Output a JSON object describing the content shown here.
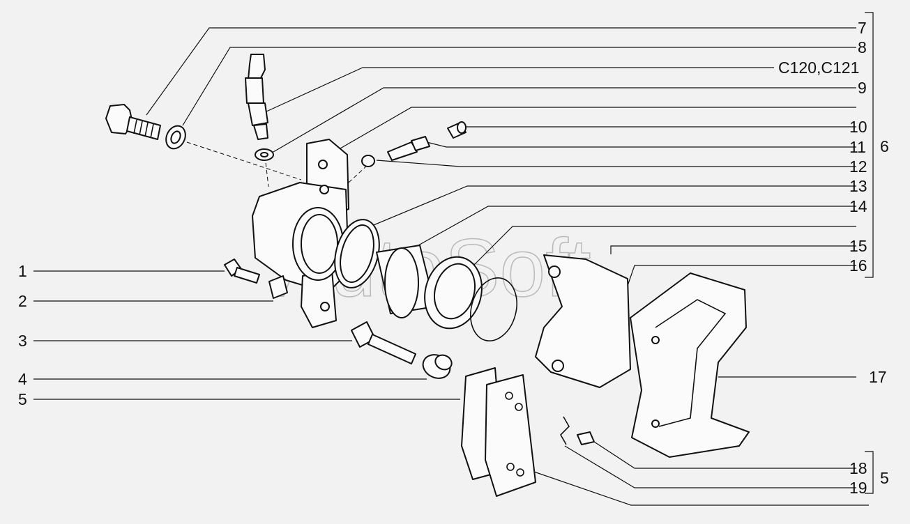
{
  "watermark": "AutoSoft",
  "callouts_left": [
    {
      "id": "1",
      "label": "1"
    },
    {
      "id": "2",
      "label": "2"
    },
    {
      "id": "3",
      "label": "3"
    },
    {
      "id": "4",
      "label": "4"
    },
    {
      "id": "5",
      "label": "5"
    }
  ],
  "callouts_right": [
    {
      "id": "7",
      "label": "7"
    },
    {
      "id": "8",
      "label": "8"
    },
    {
      "id": "c120",
      "label": "C120,C121"
    },
    {
      "id": "9",
      "label": "9"
    },
    {
      "id": "10",
      "label": "10"
    },
    {
      "id": "11",
      "label": "11"
    },
    {
      "id": "12",
      "label": "12"
    },
    {
      "id": "13",
      "label": "13"
    },
    {
      "id": "14",
      "label": "14"
    },
    {
      "id": "15",
      "label": "15"
    },
    {
      "id": "16",
      "label": "16"
    },
    {
      "id": "17",
      "label": "17"
    },
    {
      "id": "18",
      "label": "18"
    },
    {
      "id": "19",
      "label": "19"
    }
  ],
  "groups": [
    {
      "id": "group-6",
      "label": "6"
    },
    {
      "id": "group-5",
      "label": "5"
    }
  ]
}
